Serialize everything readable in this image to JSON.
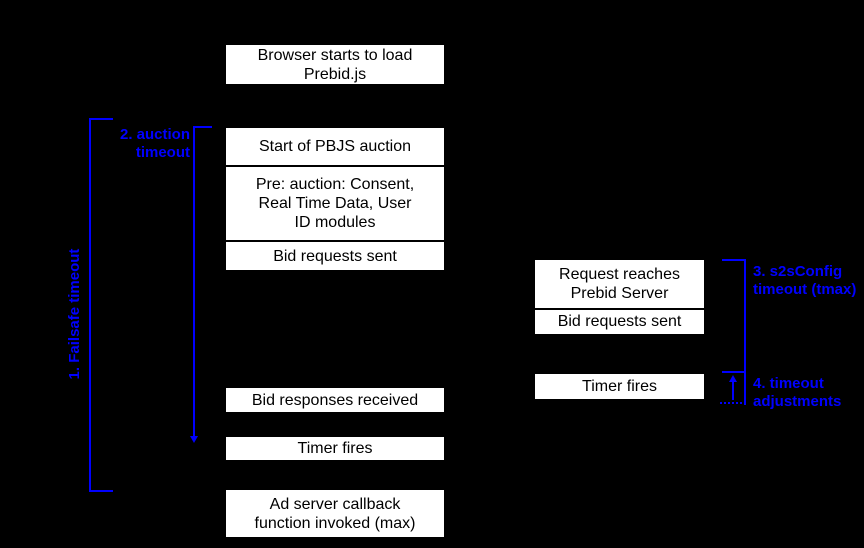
{
  "colors": {
    "background": "#000000",
    "box_fill": "#ffffff",
    "box_border": "#000000",
    "box_text": "#000000",
    "annotation_blue": "#0000ff"
  },
  "page_timeline": {
    "browser_load": "Browser starts to load\nPrebid.js",
    "auction_start": "Start of PBJS auction",
    "pre_auction": "Pre: auction: Consent,\nReal Time Data, User\nID modules",
    "bid_requests_sent": "Bid requests sent",
    "bid_responses_received": "Bid responses received",
    "timer_fires": "Timer fires",
    "ad_server_callback": "Ad server callback\nfunction invoked (max)"
  },
  "server_timeline": {
    "request_reaches": "Request reaches\nPrebid Server",
    "bid_requests_sent": "Bid requests sent",
    "timer_fires": "Timer fires"
  },
  "annotations": {
    "failsafe_timeout": "1. Failsafe timeout",
    "auction_timeout": "2. auction\ntimeout",
    "s2s_timeout": "3. s2sConfig\ntimeout (tmax)",
    "timeout_adjustments": "4. timeout\nadjustments"
  }
}
